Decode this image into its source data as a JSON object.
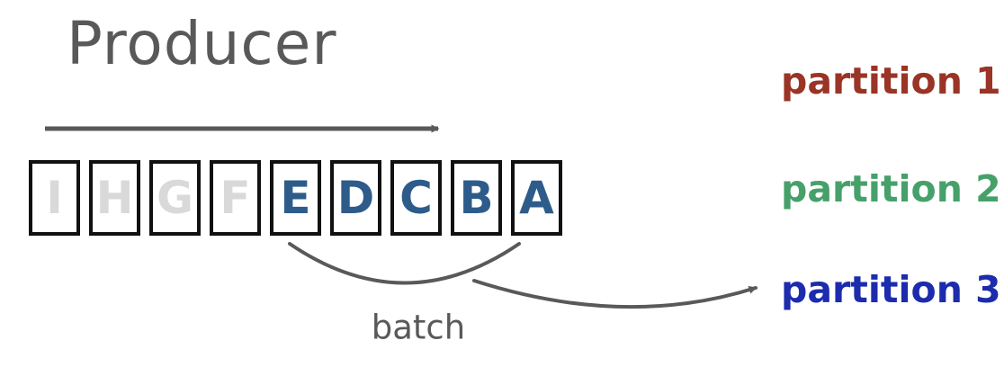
{
  "title": "Producer",
  "batch_label": "batch",
  "colors": {
    "title": "#595959",
    "arrow": "#595959",
    "box_border": "#111111",
    "letter_sent": "#d9d9d9",
    "letter_batch": "#2e5c8a",
    "partition1": "#9a3426",
    "partition2": "#46a06a",
    "partition3": "#1c2cad"
  },
  "queue": {
    "boxes": [
      {
        "letter": "I",
        "state": "sent",
        "color": "#d9d9d9"
      },
      {
        "letter": "H",
        "state": "sent",
        "color": "#d9d9d9"
      },
      {
        "letter": "G",
        "state": "sent",
        "color": "#d9d9d9"
      },
      {
        "letter": "F",
        "state": "sent",
        "color": "#d9d9d9"
      },
      {
        "letter": "E",
        "state": "batch",
        "color": "#2e5c8a"
      },
      {
        "letter": "D",
        "state": "batch",
        "color": "#2e5c8a"
      },
      {
        "letter": "C",
        "state": "batch",
        "color": "#2e5c8a"
      },
      {
        "letter": "B",
        "state": "batch",
        "color": "#2e5c8a"
      },
      {
        "letter": "A",
        "state": "batch",
        "color": "#2e5c8a"
      }
    ]
  },
  "partitions": [
    {
      "label": "partition 1",
      "color": "#9a3426"
    },
    {
      "label": "partition 2",
      "color": "#46a06a"
    },
    {
      "label": "partition 3",
      "color": "#1c2cad"
    }
  ]
}
